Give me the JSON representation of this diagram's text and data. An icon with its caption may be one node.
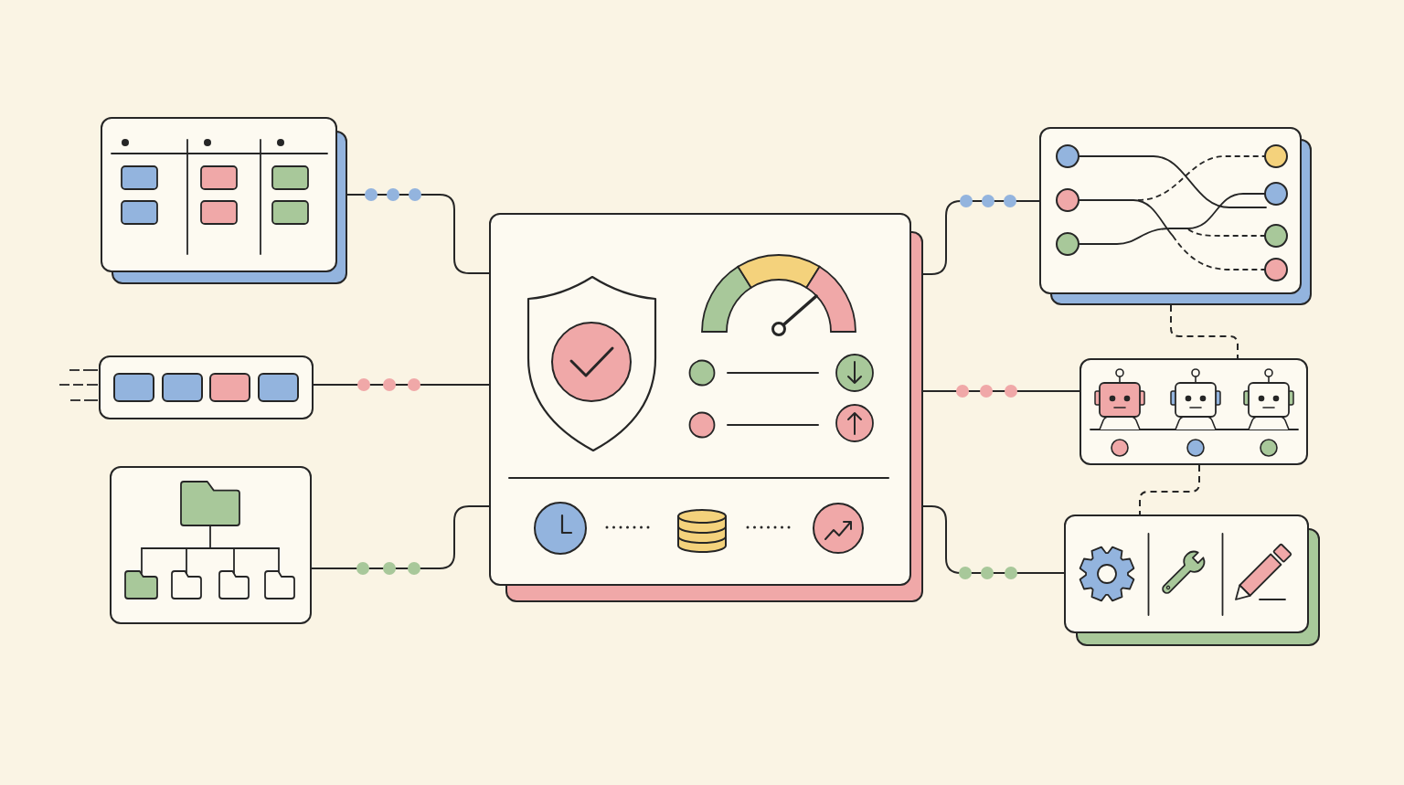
{
  "diagram": {
    "nodes": [
      {
        "text": [],
        "shape": "box"
      },
      {
        "text": [],
        "shape": "box"
      },
      {
        "text": [],
        "shape": "box"
      },
      {
        "text": [],
        "shape": "box"
      },
      {
        "text": [],
        "shape": "box"
      },
      {
        "text": [],
        "shape": "box"
      },
      {
        "text": [],
        "shape": "box"
      }
    ],
    "edges": [
      {
        "from": 1,
        "to": 0,
        "arrow": "none"
      },
      {
        "from": 2,
        "to": 0,
        "arrow": "none"
      },
      {
        "from": 3,
        "to": 0,
        "arrow": "none"
      },
      {
        "from": 0,
        "to": 4,
        "arrow": "none"
      },
      {
        "from": 0,
        "to": 5,
        "arrow": "none"
      },
      {
        "from": 0,
        "to": 6,
        "arrow": "none"
      },
      {
        "from": 4,
        "to": 5,
        "arrow": "none",
        "style": "dashed"
      },
      {
        "from": 5,
        "to": 6,
        "arrow": "none",
        "style": "dashed"
      }
    ]
  }
}
